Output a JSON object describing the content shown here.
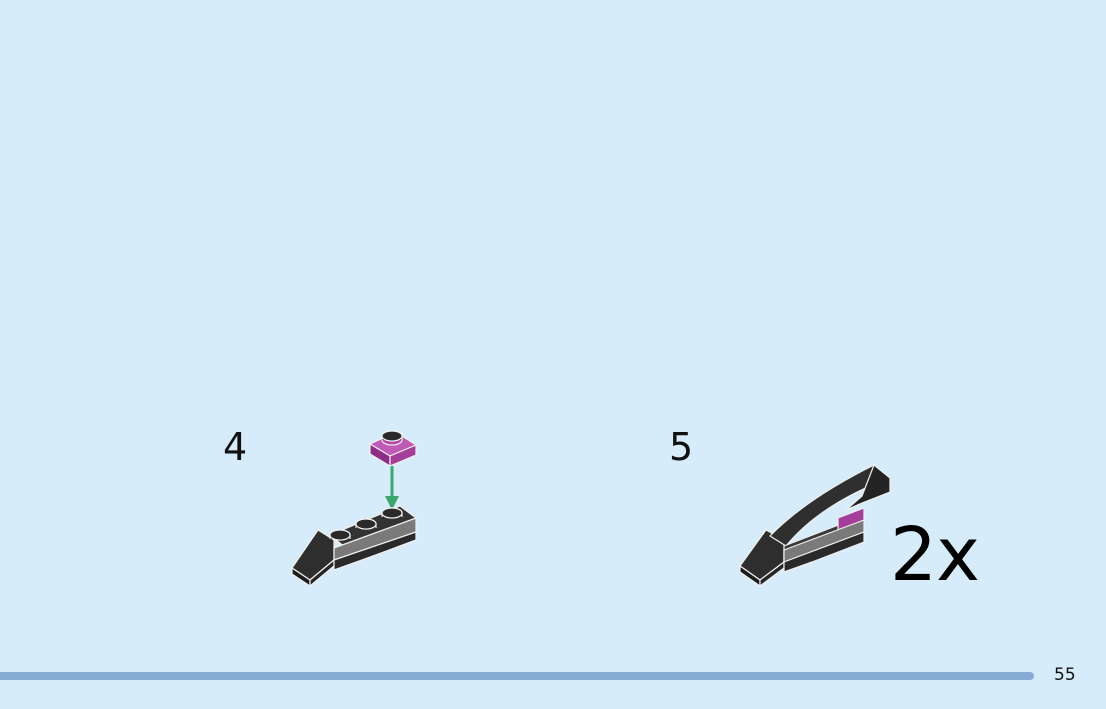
{
  "steps": [
    {
      "number": "4"
    },
    {
      "number": "5",
      "multiplier": "2x"
    }
  ],
  "page_number": "55",
  "colors": {
    "background": "#d6ecfa",
    "brick_dark": "#2a2a2a",
    "brick_grey": "#7a7a7a",
    "brick_magenta": "#a53d9a",
    "arrow_green": "#3aa86a",
    "bottom_bar": "#86acd6"
  }
}
